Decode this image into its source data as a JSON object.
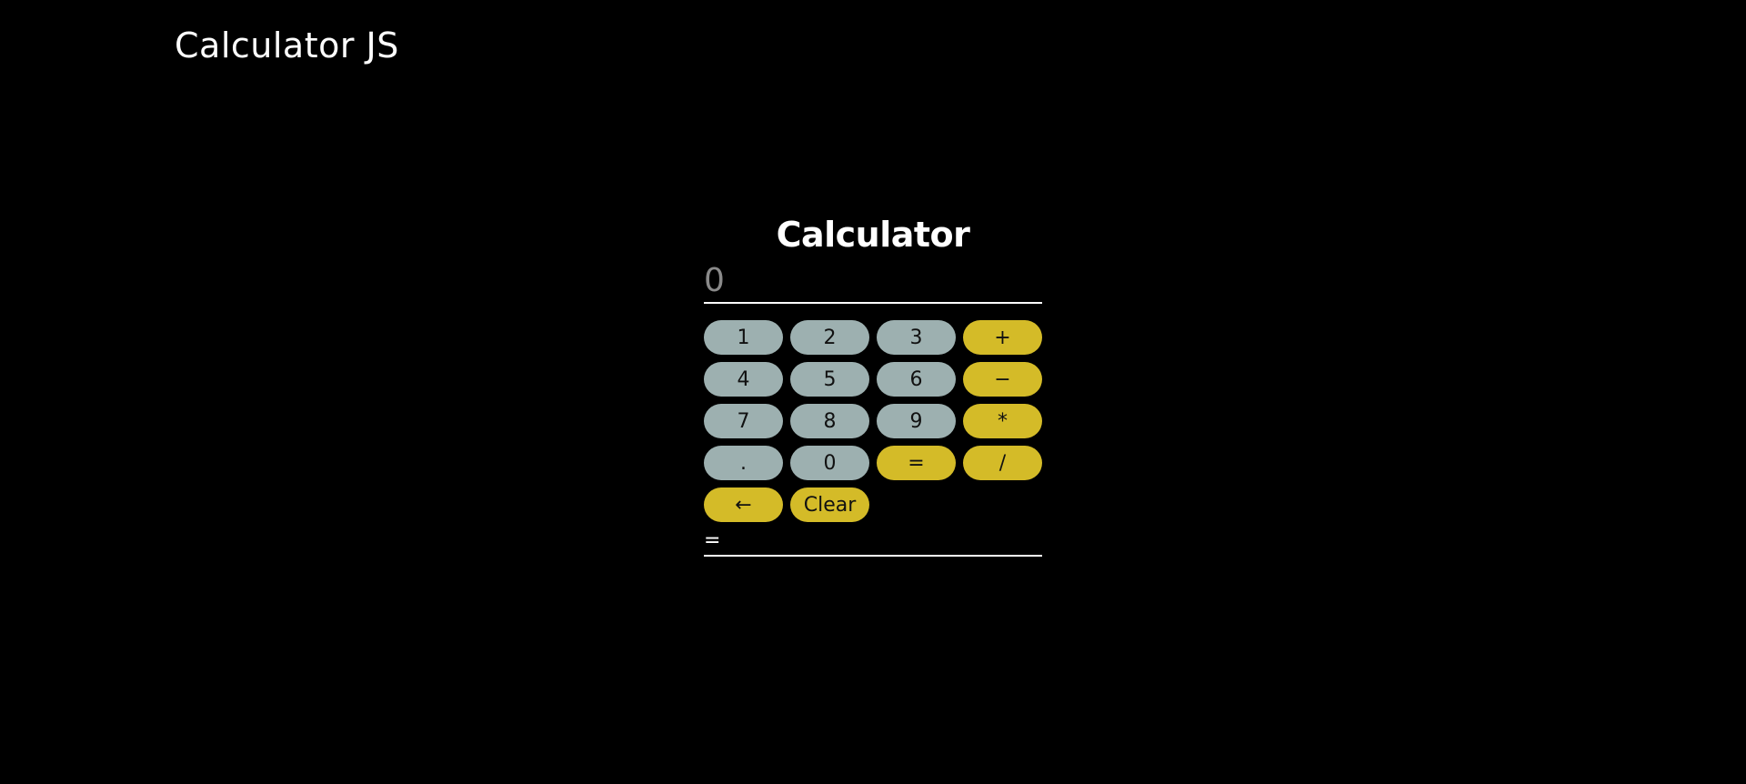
{
  "header": {
    "title": "Calculator JS"
  },
  "calculator": {
    "heading": "Calculator",
    "display": {
      "value": "",
      "placeholder": "0"
    },
    "keys": [
      {
        "label": "1",
        "kind": "num"
      },
      {
        "label": "2",
        "kind": "num"
      },
      {
        "label": "3",
        "kind": "num"
      },
      {
        "label": "+",
        "kind": "op"
      },
      {
        "label": "4",
        "kind": "num"
      },
      {
        "label": "5",
        "kind": "num"
      },
      {
        "label": "6",
        "kind": "num"
      },
      {
        "label": "−",
        "kind": "op"
      },
      {
        "label": "7",
        "kind": "num"
      },
      {
        "label": "8",
        "kind": "num"
      },
      {
        "label": "9",
        "kind": "num"
      },
      {
        "label": "*",
        "kind": "op"
      },
      {
        "label": ".",
        "kind": "num"
      },
      {
        "label": "0",
        "kind": "num"
      },
      {
        "label": "=",
        "kind": "op"
      },
      {
        "label": "/",
        "kind": "op"
      },
      {
        "label": "←",
        "kind": "op",
        "icon": "arrow-left-icon"
      },
      {
        "label": "Clear",
        "kind": "op"
      }
    ],
    "result_label": "="
  },
  "colors": {
    "background": "#000000",
    "number_key": "#9db0b0",
    "operator_key": "#d4bb28",
    "text": "#ffffff",
    "placeholder": "#8a8a8a"
  }
}
